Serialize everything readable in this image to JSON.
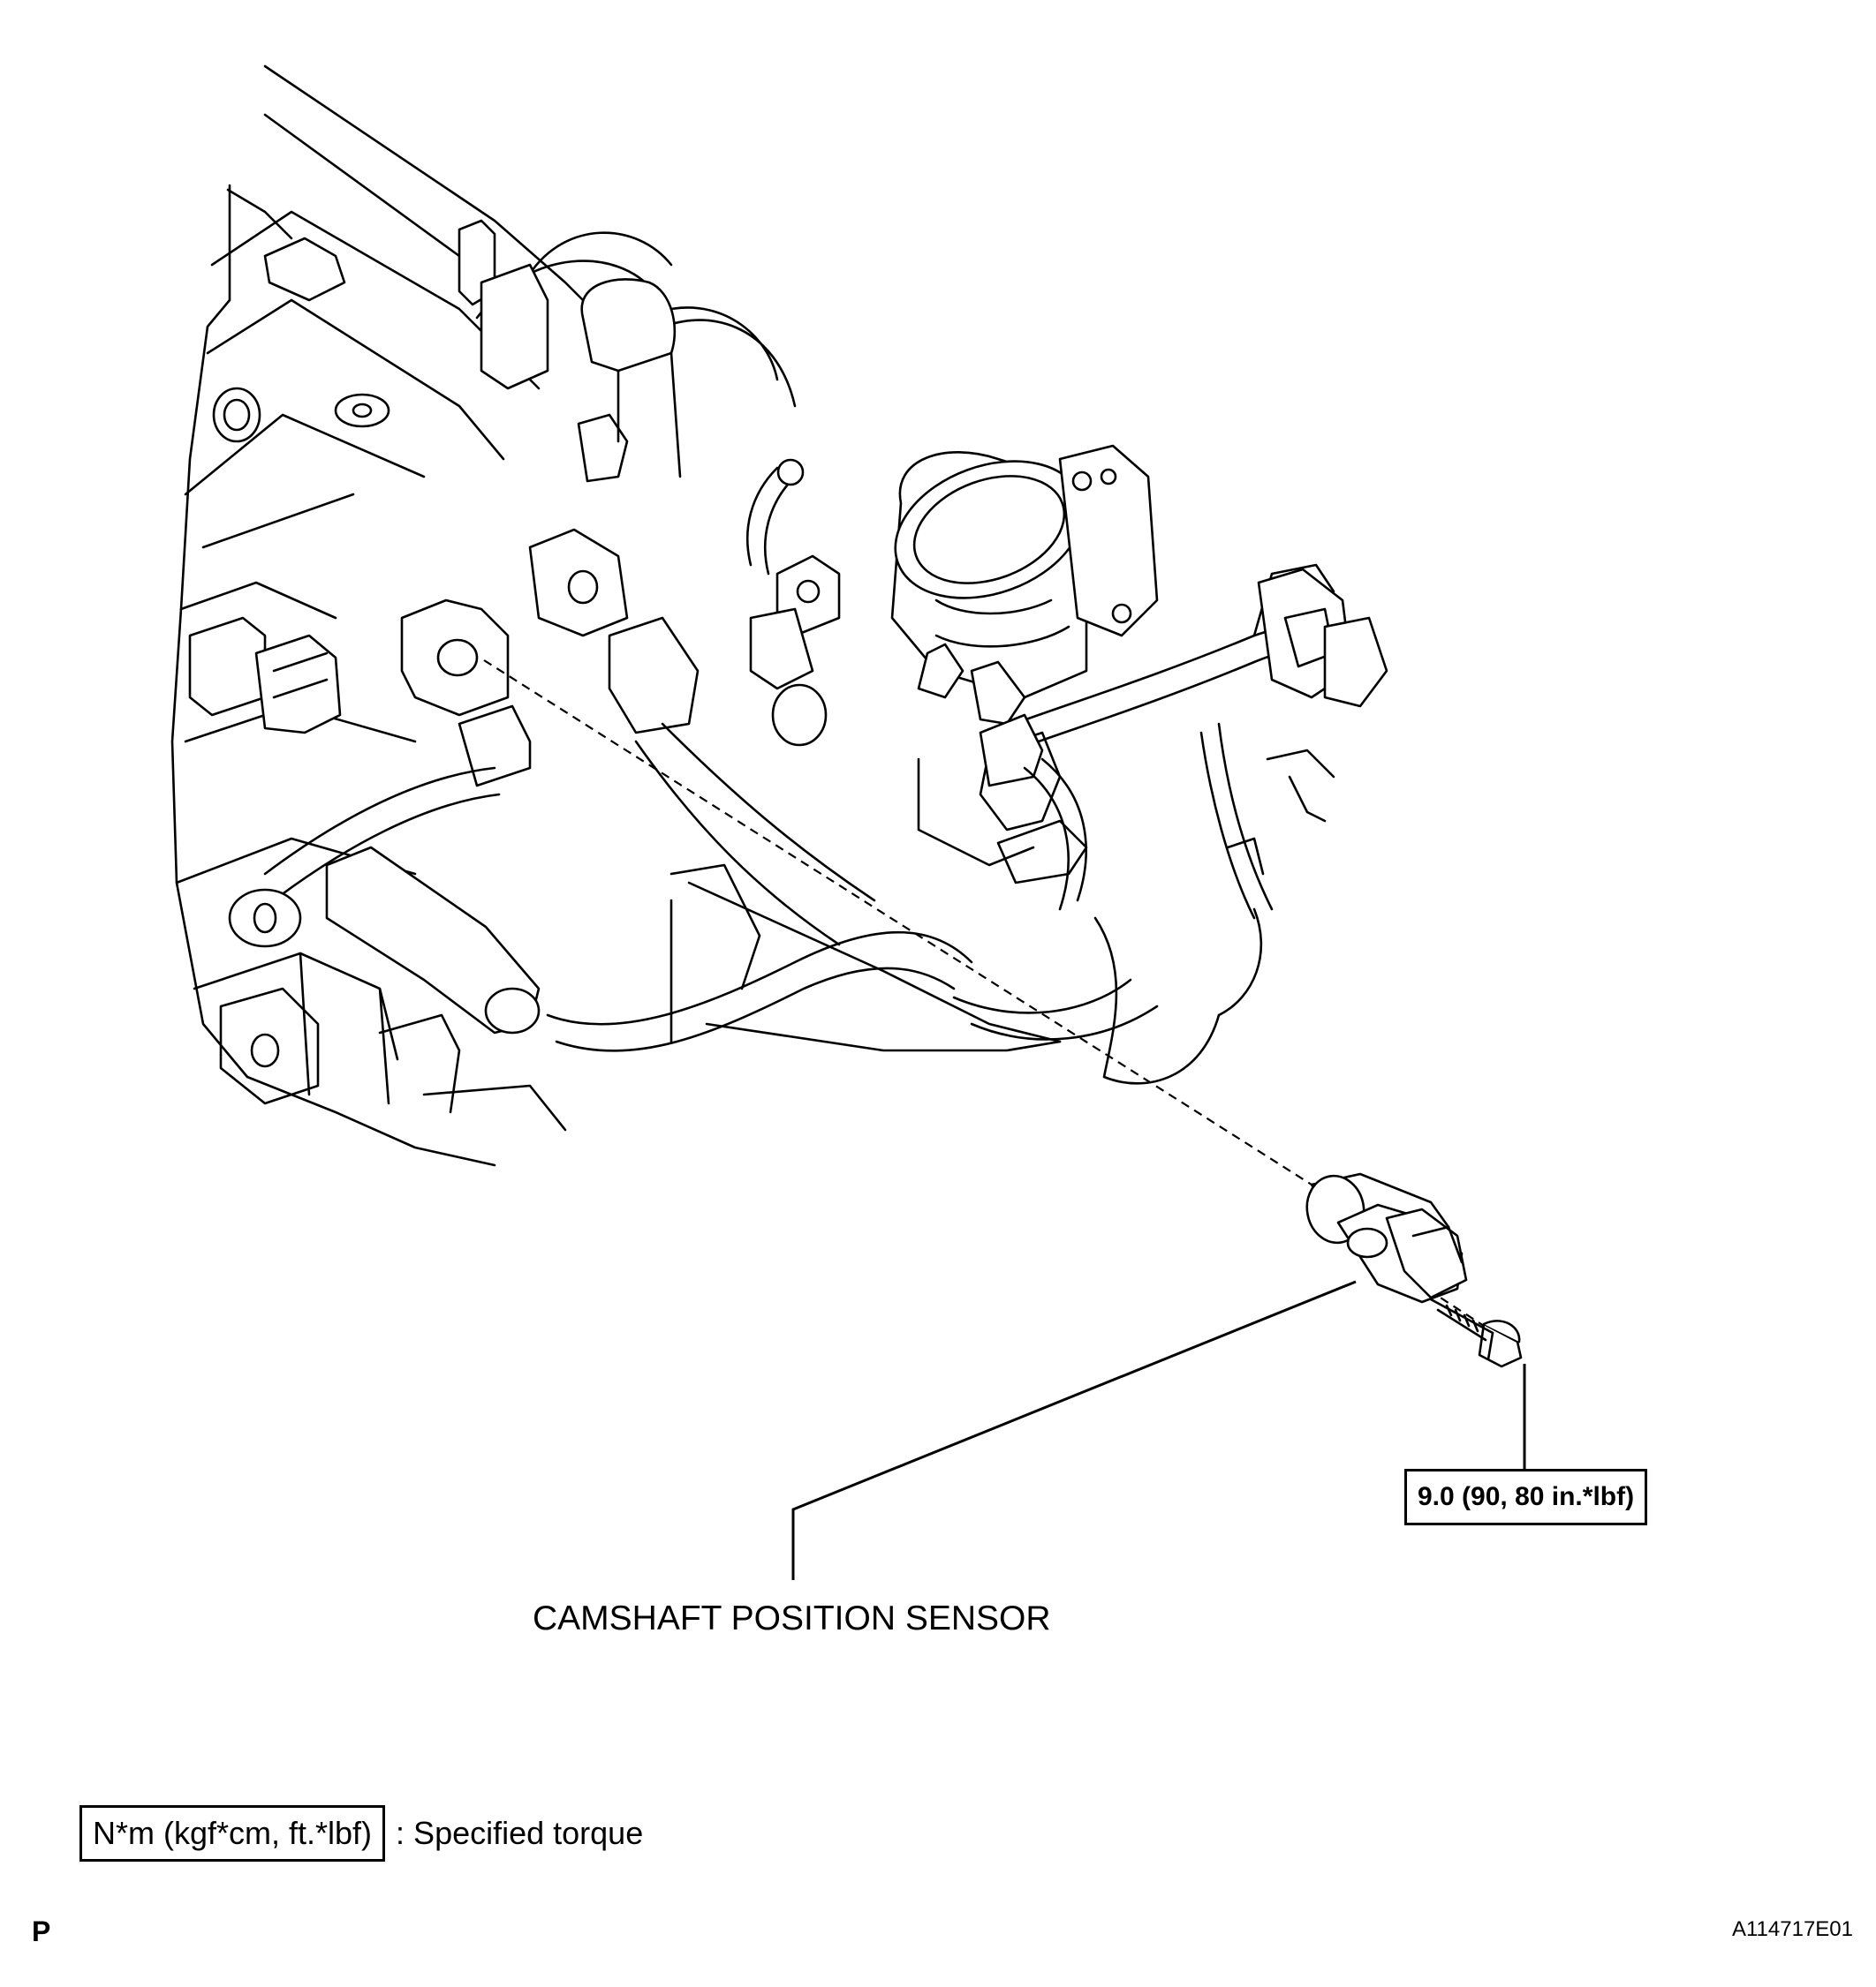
{
  "torque_callout": {
    "value": "9.0 (90, 80 in.*lbf)"
  },
  "part_label": "CAMSHAFT POSITION SENSOR",
  "legend": {
    "unit_box": "N*m (kgf*cm, ft.*lbf)",
    "description": ": Specified torque"
  },
  "footer": {
    "left_code": "P",
    "figure_id": "A114717E01"
  }
}
